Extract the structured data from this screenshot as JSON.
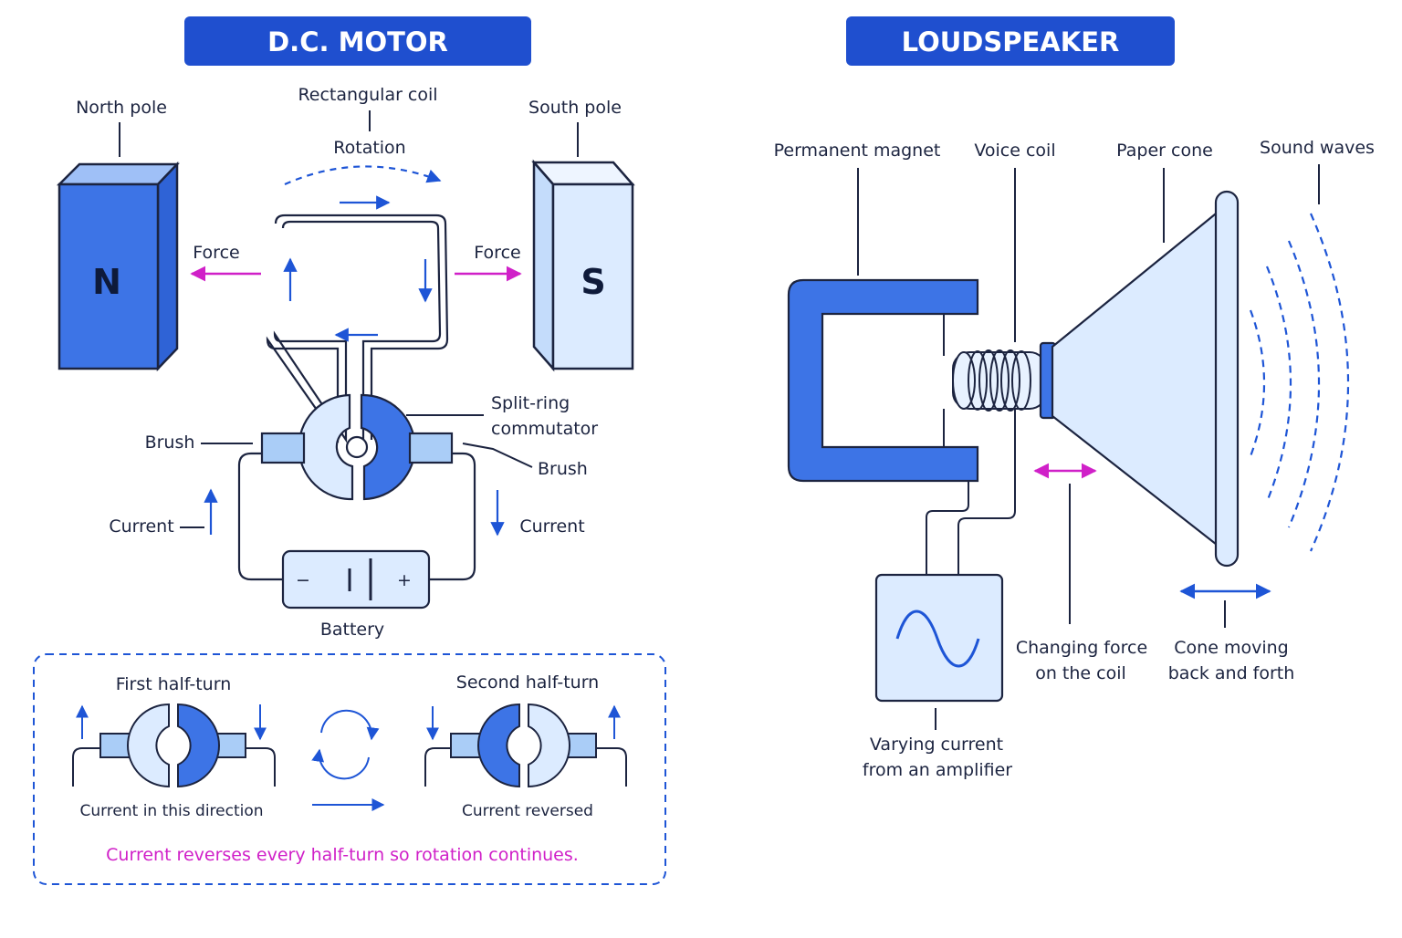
{
  "colors": {
    "title_bg": "#1f4fcf",
    "stroke": "#1c2440",
    "blue_dark": "#3d74e6",
    "blue_light": "#dcebff",
    "arrow_blue": "#1e55d6",
    "force_magenta": "#d020c8"
  },
  "motor": {
    "title": "D.C. MOTOR",
    "north_pole_label": "North pole",
    "south_pole_label": "South pole",
    "coil_label": "Rectangular coil",
    "rotation_label": "Rotation",
    "force_left": "Force",
    "force_right": "Force",
    "north_letter": "N",
    "south_letter": "S",
    "commutator_label_line1": "Split-ring",
    "commutator_label_line2": "commutator",
    "brush_left": "Brush",
    "brush_right": "Brush",
    "current_left": "Current",
    "current_right": "Current",
    "battery_minus": "−",
    "battery_plus": "+",
    "battery_label": "Battery",
    "inset": {
      "first_title": "First half-turn",
      "first_caption": "Current in this direction",
      "second_title": "Second half-turn",
      "second_caption": "Current reversed",
      "note": "Current reverses every half-turn so rotation continues."
    }
  },
  "speaker": {
    "title": "LOUDSPEAKER",
    "magnet_label": "Permanent magnet",
    "voice_coil_label": "Voice coil",
    "cone_label": "Paper cone",
    "waves_label": "Sound waves",
    "force_line1": "Changing force",
    "force_line2": "on the coil",
    "cone_move_line1": "Cone moving",
    "cone_move_line2": "back and forth",
    "current_line1": "Varying current",
    "current_line2": "from an amplifier"
  }
}
